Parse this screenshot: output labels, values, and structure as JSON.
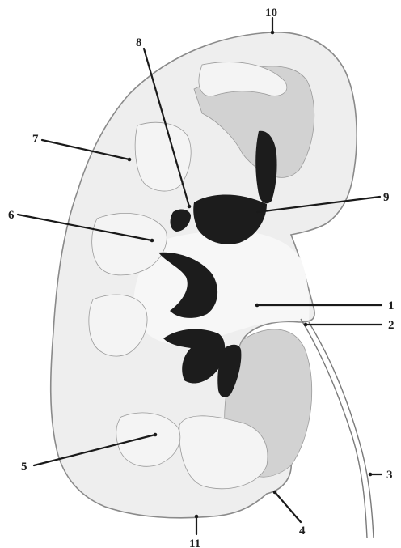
{
  "diagram": {
    "labels": {
      "l1": "1",
      "l2": "2",
      "l3": "3",
      "l4": "4",
      "l5": "5",
      "l6": "6",
      "l7": "7",
      "l8": "8",
      "l9": "9",
      "l10": "10",
      "l11": "11"
    }
  },
  "colors": {
    "capsule_outline": "#8a8a8a",
    "cortex": "#eeeeee",
    "medulla": "#d2d2d2",
    "column": "#f3f3f3",
    "sinus": "#f7f7f7",
    "calyx_dark": "#1c1c1c",
    "leader": "#1a1a1a"
  }
}
